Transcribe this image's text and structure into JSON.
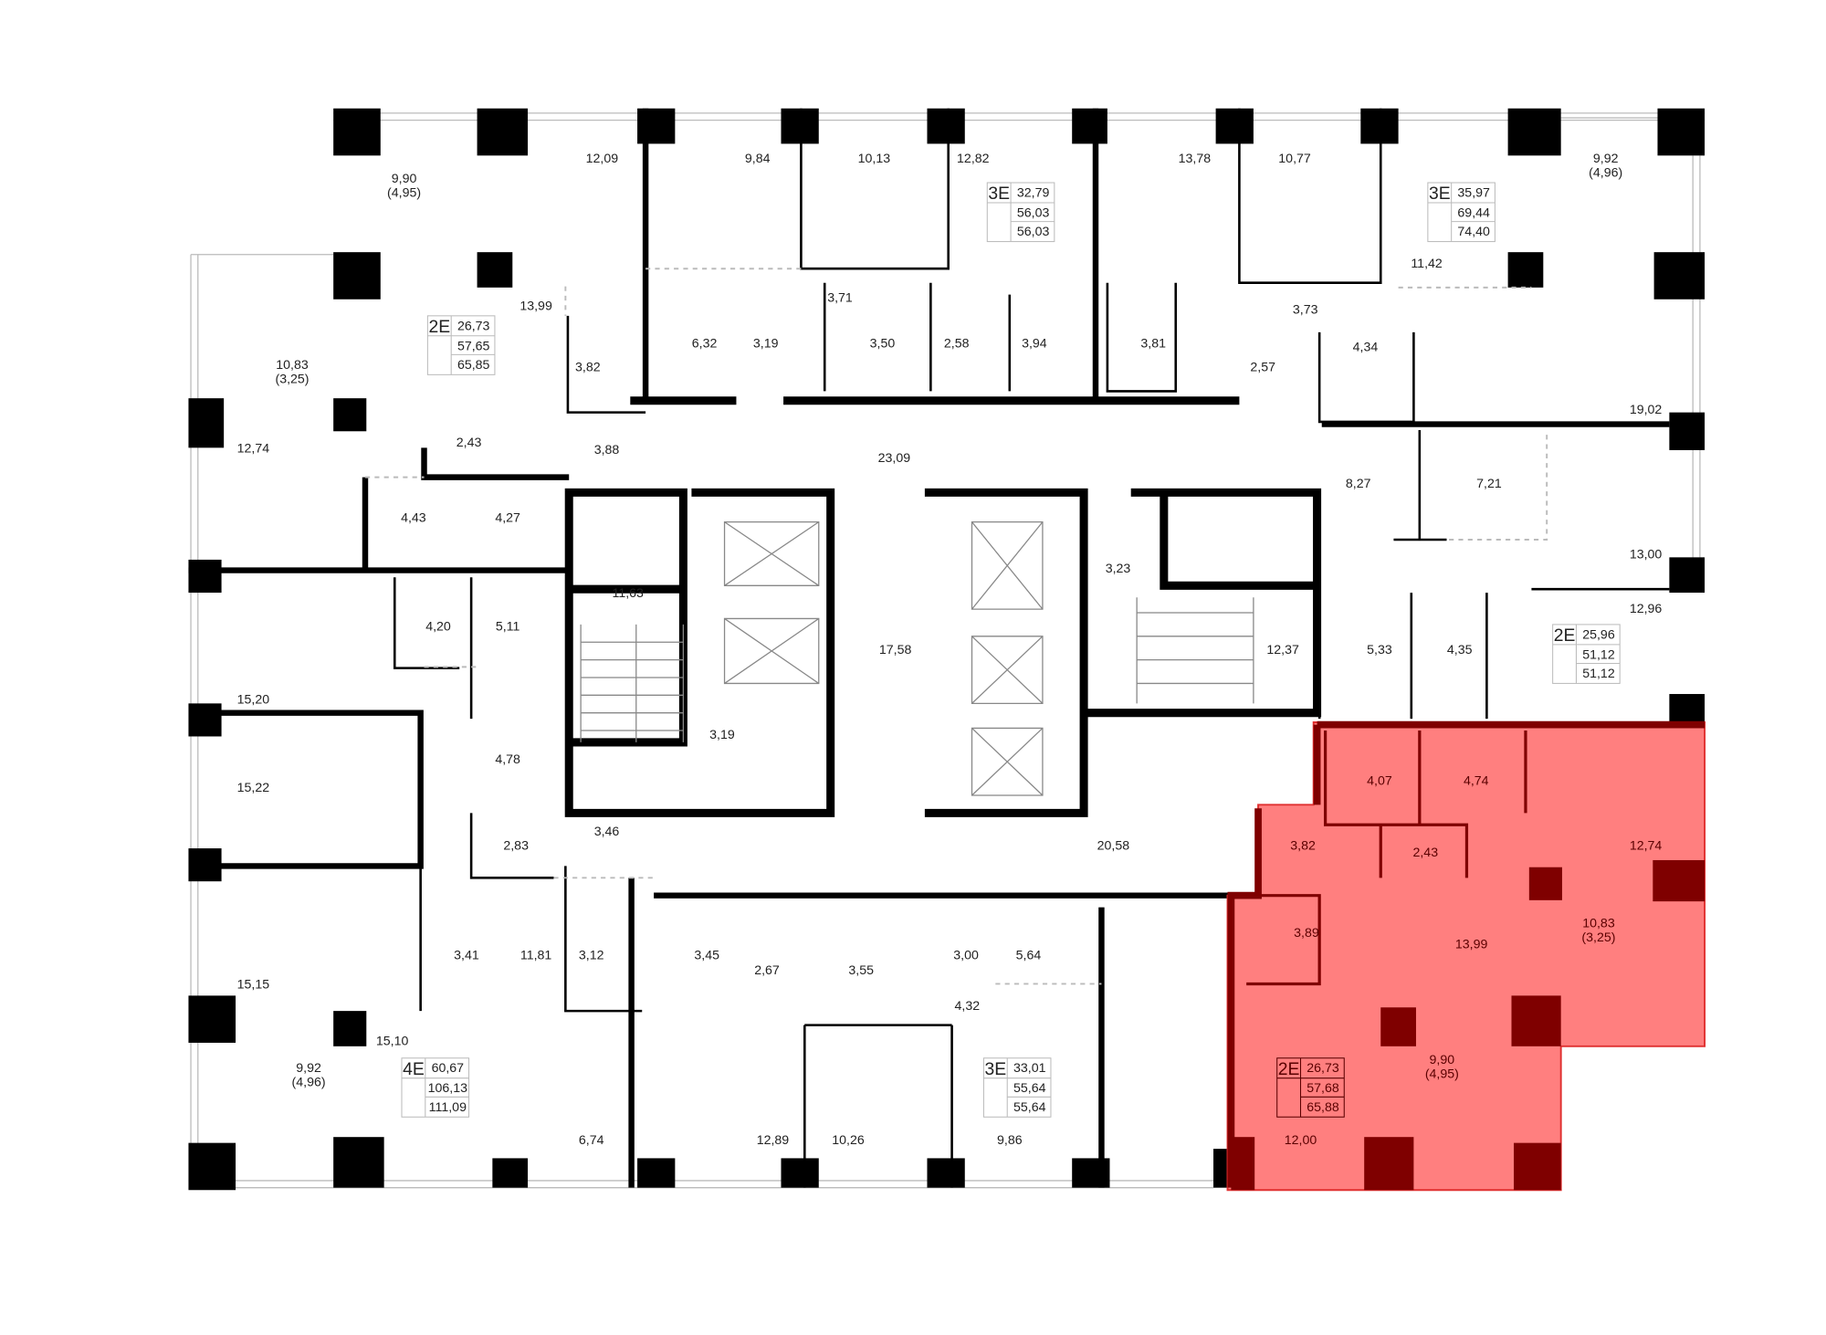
{
  "floor_plan": {
    "rooms": [
      "9,90",
      "(4,95)",
      "12,09",
      "9,84",
      "10,13",
      "12,82",
      "13,78",
      "10,77",
      "9,92",
      "(4,96)",
      "11,42",
      "13,99",
      "10,83",
      "(3,25)",
      "3,82",
      "6,32",
      "3,19",
      "3,71",
      "3,50",
      "2,58",
      "3,94",
      "3,81",
      "3,73",
      "4,34",
      "2,57",
      "19,02",
      "12,74",
      "2,43",
      "3,88",
      "23,09",
      "8,27",
      "7,21",
      "4,43",
      "4,27",
      "11,63",
      "3,23",
      "13,00",
      "12,96",
      "4,20",
      "5,11",
      "17,58",
      "12,37",
      "5,33",
      "4,35",
      "15,20",
      "3,19",
      "4,78",
      "15,22",
      "3,46",
      "2,83",
      "20,58",
      "3,41",
      "11,81",
      "3,12",
      "3,45",
      "2,67",
      "3,55",
      "3,00",
      "5,64",
      "4,32",
      "15,15",
      "15,10",
      "9,92",
      "(4,96)",
      "6,74",
      "12,89",
      "10,26",
      "9,86"
    ],
    "apartments": [
      {
        "type": "2E",
        "living": "26,73",
        "area": "57,65",
        "total": "65,85"
      },
      {
        "type": "3E",
        "living": "32,79",
        "area": "56,03",
        "total": "56,03"
      },
      {
        "type": "3E",
        "living": "35,97",
        "area": "69,44",
        "total": "74,40"
      },
      {
        "type": "2E",
        "living": "25,96",
        "area": "51,12",
        "total": "51,12"
      },
      {
        "type": "4E",
        "living": "60,67",
        "area": "106,13",
        "total": "111,09"
      },
      {
        "type": "3E",
        "living": "33,01",
        "area": "55,64",
        "total": "55,64"
      }
    ],
    "highlighted": {
      "color": "#ff7f7f",
      "wall_color": "#7f0000",
      "apartment": {
        "type": "2E",
        "living": "26,73",
        "area": "57,68",
        "total": "65,88"
      },
      "rooms": [
        "4,07",
        "4,74",
        "3,82",
        "2,43",
        "12,74",
        "3,89",
        "13,99",
        "10,83",
        "(3,25)",
        "9,90",
        "(4,95)",
        "12,00"
      ]
    }
  }
}
